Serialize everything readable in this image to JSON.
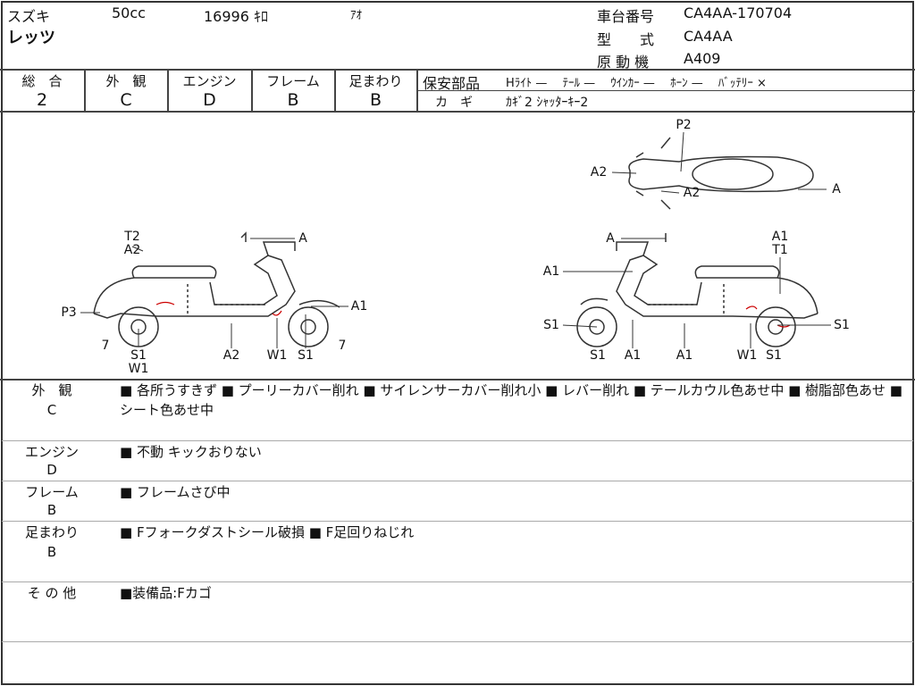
{
  "header": {
    "maker": "スズキ",
    "model": "レッツ",
    "displacement": "50cc",
    "mileage": "16996 ｷﾛ",
    "color": "ｱｵ",
    "frame_no_label": "車台番号",
    "frame_no": "CA4AA-170704",
    "type_label": "型　　式",
    "type": "CA4AA",
    "engine_label": "原 動 機",
    "engine": "A409"
  },
  "grades": {
    "headers": [
      "総　合",
      "外　観",
      "エンジン",
      "フレーム",
      "足まわり"
    ],
    "values": [
      "2",
      "C",
      "D",
      "B",
      "B"
    ]
  },
  "safety": {
    "label": "保安部品",
    "items": "Hﾗｲﾄ —　 ﾃｰﾙ —　 ｳｲﾝｶｰ —　 ﾎｰﾝ —　 ﾊﾞｯﾃﾘｰ ×",
    "key_label": "カ　ギ",
    "keys": "ｶｷﾞ2 ｼｬｯﾀｰｷｰ2"
  },
  "diagram": {
    "left_labels": [
      "T2",
      "A2",
      "A",
      "P3",
      "A1",
      "7",
      "S1",
      "W1",
      "A2",
      "W1",
      "S1",
      "7"
    ],
    "right_labels": [
      "P2",
      "A2",
      "A2",
      "A",
      "A",
      "A1",
      "T1",
      "A1",
      "S1",
      "S1",
      "S1",
      "A1",
      "A1",
      "W1",
      "S1"
    ]
  },
  "remarks": [
    {
      "category": "外　観",
      "grade": "C",
      "text": "■ 各所うすきず ■ プーリーカバー削れ ■ サイレンサーカバー削れ小 ■ レバー削れ ■ テールカウル色あせ中 ■ 樹脂部色あせ ■ シート色あせ中"
    },
    {
      "category": "エンジン",
      "grade": "D",
      "text": "■ 不動 キックおりない"
    },
    {
      "category": "フレーム",
      "grade": "B",
      "text": "■ フレームさび中"
    },
    {
      "category": "足まわり",
      "grade": "B",
      "text": "■ Fフォークダストシール破損 ■ F足回りねじれ"
    },
    {
      "category": "そ の 他",
      "grade": "",
      "text": "■装備品:Fカゴ"
    }
  ]
}
